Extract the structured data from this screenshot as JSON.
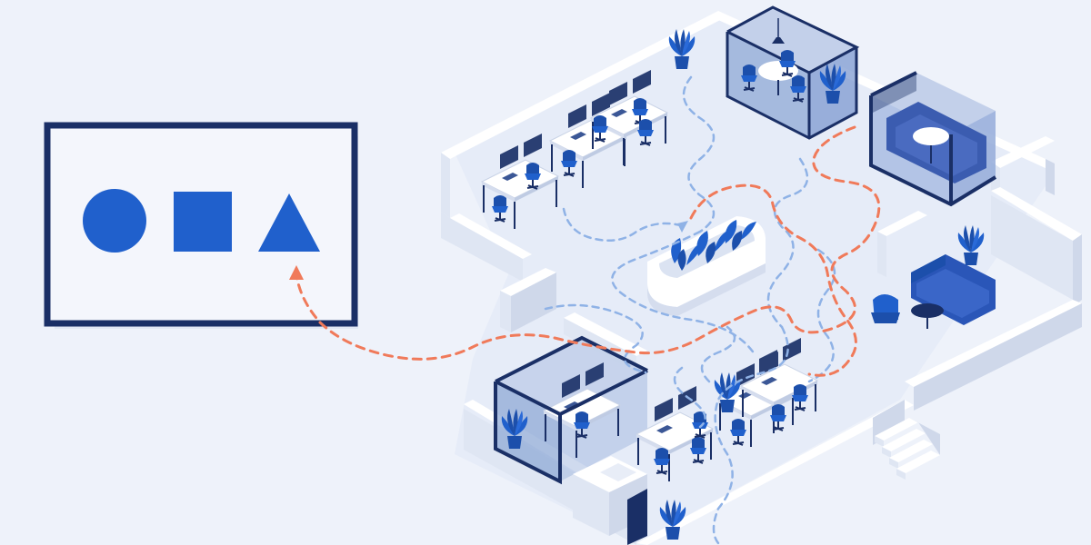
{
  "colors": {
    "background": "#eef2fa",
    "floor": "#e6ecf8",
    "wall_top": "#ffffff",
    "wall_side_left": "#dfe6f3",
    "wall_side_right": "#cfd8ea",
    "navy": "#1a2f66",
    "blue": "#2060cc",
    "blue_dark": "#1c4fab",
    "glass": "#8fa9d6",
    "path_orange": "#f07a5a",
    "path_blue": "#8fb2e6",
    "board_fill": "#f4f6fc"
  },
  "board": {
    "shapes": [
      "circle-icon",
      "square-icon",
      "triangle-icon"
    ]
  },
  "zones": [
    "workstations-north",
    "meeting-room-glass",
    "booth-room",
    "planter-island",
    "lounge",
    "glass-office",
    "workstations-south",
    "stairs"
  ]
}
